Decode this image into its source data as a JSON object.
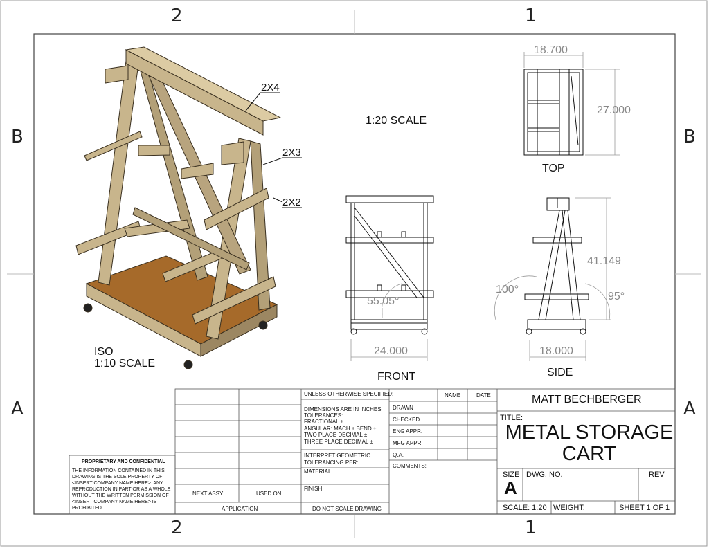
{
  "zones": {
    "top_left": "2",
    "top_right": "1",
    "bottom_left": "2",
    "bottom_right": "1",
    "left_upper": "B",
    "left_lower": "A",
    "right_upper": "B",
    "right_lower": "A"
  },
  "iso": {
    "callout_2x4": "2X4",
    "callout_2x3": "2X3",
    "callout_2x2": "2X2",
    "label_line1": "ISO",
    "label_line2": "1:10 SCALE"
  },
  "scale_note": "1:20 SCALE",
  "top_view": {
    "label": "TOP",
    "dim_width": "18.700",
    "dim_height": "27.000"
  },
  "front_view": {
    "label": "FRONT",
    "dim_width": "24.000",
    "dim_angle": "55.05°"
  },
  "side_view": {
    "label": "SIDE",
    "dim_width": "18.000",
    "dim_height": "41.149",
    "angle_left": "100°",
    "angle_right": "95°"
  },
  "title_block": {
    "unless": "UNLESS OTHERWISE SPECIFIED:",
    "name_hdr": "NAME",
    "date_hdr": "DATE",
    "dims1": "DIMENSIONS ARE IN INCHES",
    "dims2": "TOLERANCES:",
    "dims3": "FRACTIONAL ±",
    "dims4": "ANGULAR: MACH ±    BEND ±",
    "dims5": "TWO PLACE DECIMAL    ±",
    "dims6": "THREE PLACE DECIMAL  ±",
    "drawn": "DRAWN",
    "checked": "CHECKED",
    "eng": "ENG APPR.",
    "mfg": "MFG APPR.",
    "qa": "Q.A.",
    "comments": "COMMENTS:",
    "interp1": "INTERPRET GEOMETRIC",
    "interp2": "TOLERANCING PER:",
    "material": "MATERIAL",
    "finish": "FINISH",
    "next_assy": "NEXT ASSY",
    "used_on": "USED ON",
    "application": "APPLICATION",
    "do_not_scale": "DO NOT SCALE DRAWING",
    "author": "MATT BECHBERGER",
    "title_label": "TITLE:",
    "title_line1": "METAL STORAGE",
    "title_line2": "CART",
    "size_label": "SIZE",
    "size_value": "A",
    "dwg_no": "DWG.  NO.",
    "rev": "REV",
    "scale": "SCALE: 1:20",
    "weight": "WEIGHT:",
    "sheet": "SHEET 1 OF 1"
  },
  "proprietary": {
    "heading": "PROPRIETARY AND CONFIDENTIAL",
    "line1": "THE INFORMATION CONTAINED IN THIS",
    "line2": "DRAWING IS THE SOLE PROPERTY OF",
    "line3": "<INSERT COMPANY NAME HERE>.  ANY",
    "line4": "REPRODUCTION IN PART OR AS A WHOLE",
    "line5": "WITHOUT THE WRITTEN PERMISSION OF",
    "line6": "<INSERT COMPANY NAME HERE> IS",
    "line7": "PROHIBITED."
  },
  "colors": {
    "wood_light": "#c8b58c",
    "wood_dark": "#8c7650",
    "plywood": "#a66a2a",
    "line": "#111111",
    "dim": "#888888"
  }
}
